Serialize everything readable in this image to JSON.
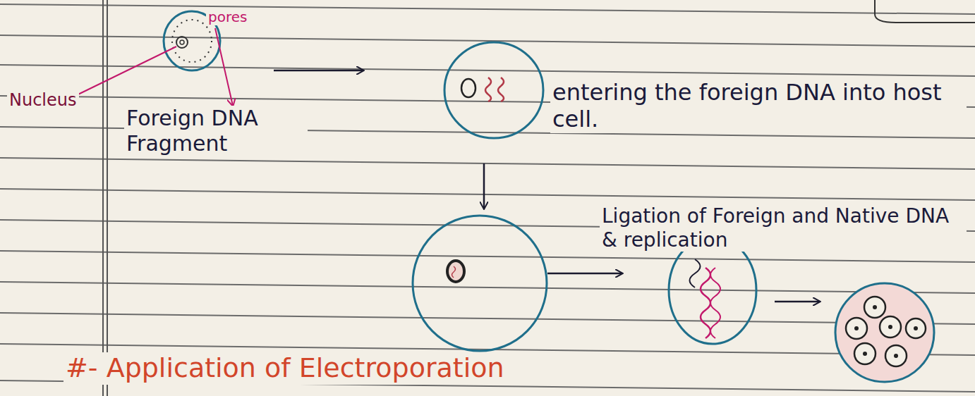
{
  "diagram": {
    "labels": [
      "pores",
      "Nucleus",
      "Foreign DNA Fragment",
      "entering the foreign DNA into host cell.",
      "Ligation of Foreign and Native DNA & replication",
      "#- Application of Electroporation"
    ]
  }
}
